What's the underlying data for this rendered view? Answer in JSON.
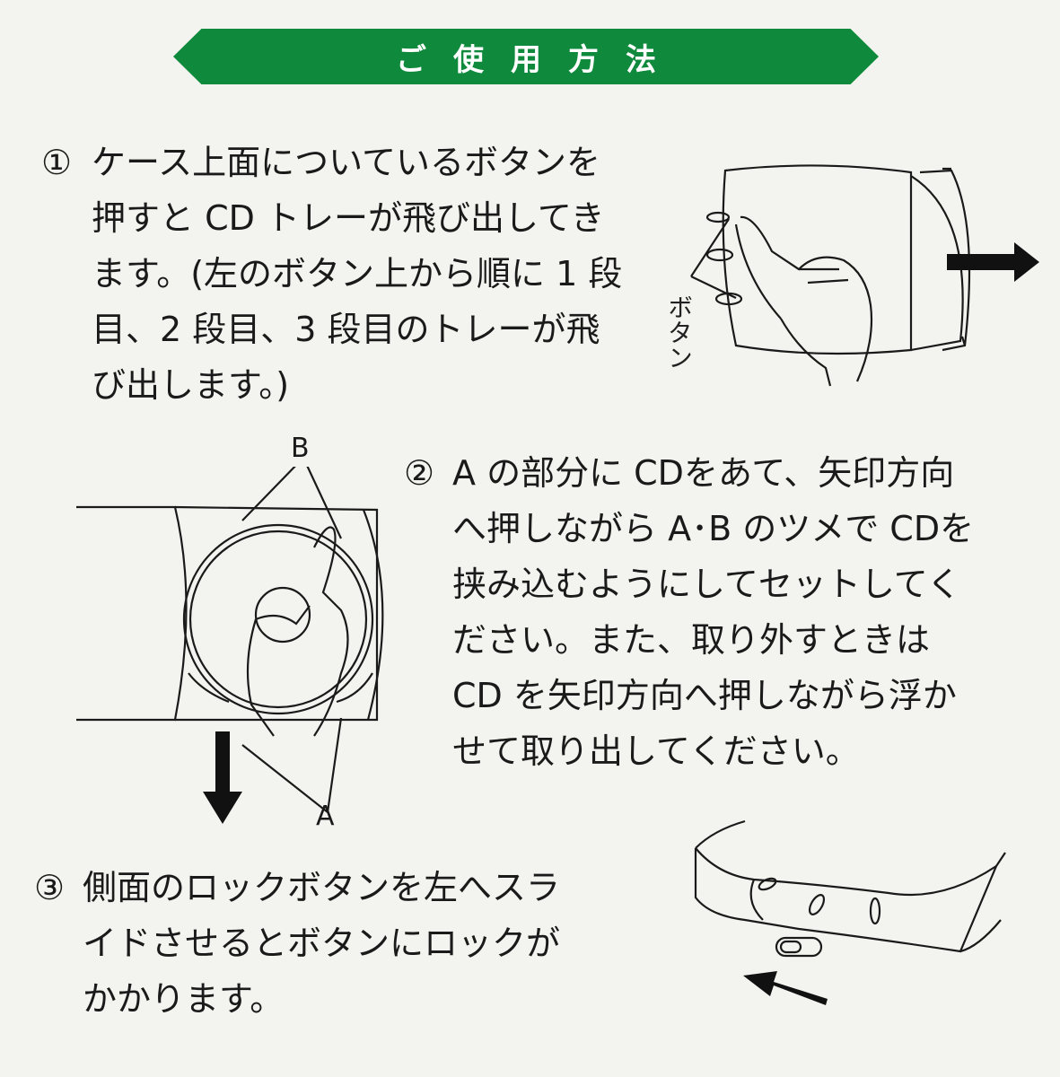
{
  "title": "ご使用方法",
  "steps": [
    {
      "number": "①",
      "lines": [
        "ケース上面についているボタンを",
        "押すと CD トレーが飛び出してき",
        "ます。(左のボタン上から順に 1 段",
        "目、2 段目、3 段目のトレーが飛",
        "び出します。)"
      ]
    },
    {
      "number": "②",
      "lines": [
        "A の部分に CDをあて、矢印方向",
        "へ押しながら A･B のツメで CDを",
        "挟み込むようにしてセットしてく",
        "ださい。また、取り外すときは",
        "CD を矢印方向へ押しながら浮か",
        "せて取り出してください。"
      ]
    },
    {
      "number": "③",
      "lines": [
        "側面のロックボタンを左へスラ",
        "イドさせるとボタンにロックが",
        "かかります。"
      ]
    }
  ],
  "illustrations": {
    "button_label": "ボタン",
    "label_a": "A",
    "label_b": "B"
  },
  "colors": {
    "banner": "#0f8a3c",
    "background": "#f3f3ef",
    "text": "#1a1a1a"
  }
}
